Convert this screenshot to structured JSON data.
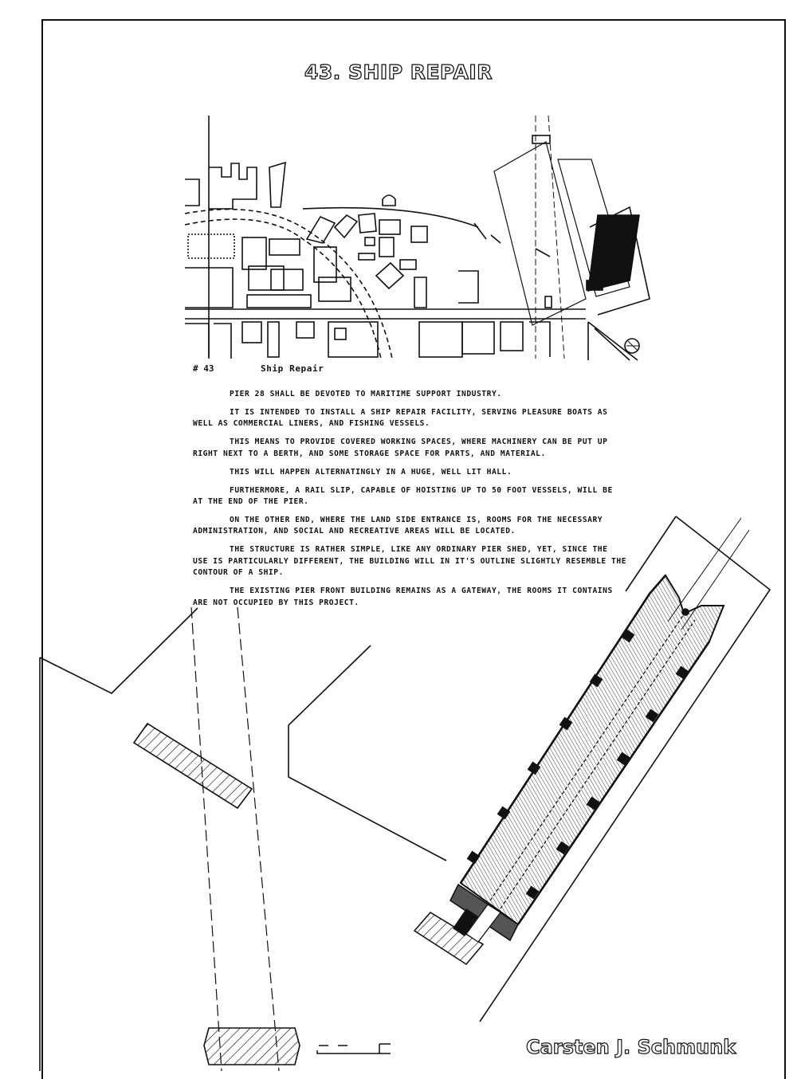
{
  "title": "43. SHIP REPAIR",
  "caption": {
    "number": "# 43",
    "title": "Ship Repair"
  },
  "paragraphs": [
    "Pier 28 shall be devoted to maritime support industry.",
    "It is intended to install a ship repair facility, serving pleasure boats as well as commercial liners, and fishing vessels.",
    "This means to provide covered working spaces, where machinery can be put up right next to a berth, and some storage space for parts, and material.",
    "This will happen alternatingly in a huge, well lit hall.",
    "Furthermore, a rail slip, capable of hoisting up to 50 foot vessels, will be at the end of the pier.",
    "On the other end, where the land side entrance is, rooms for the necessary administration, and social and recreative areas will be located.",
    "The structure is rather simple, like any ordinary pier shed, yet, since the use is particularly different, the building will in it's outline slightly resemble the contour of a ship.",
    "The existing pier front building remains as a gateway, the rooms it contains are not occupied by this project."
  ],
  "signature": "Carsten J. Schmunk"
}
